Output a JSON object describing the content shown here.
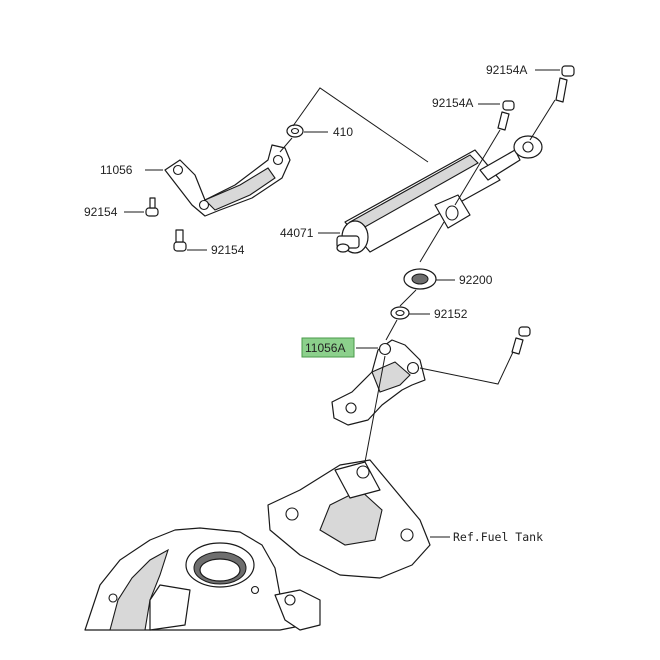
{
  "labels": {
    "part_92154A_top": "92154A",
    "part_92154A_mid": "92154A",
    "part_410": "410",
    "part_11056": "11056",
    "part_92154_left": "92154",
    "part_92154_lower": "92154",
    "part_44071": "44071",
    "part_92200": "92200",
    "part_92152": "92152",
    "part_11056A": "11056A",
    "ref_fuel_tank": "Ref.Fuel Tank"
  },
  "colors": {
    "highlight": "#8cd08c",
    "line": "#1a1a1a",
    "background": "#ffffff"
  }
}
